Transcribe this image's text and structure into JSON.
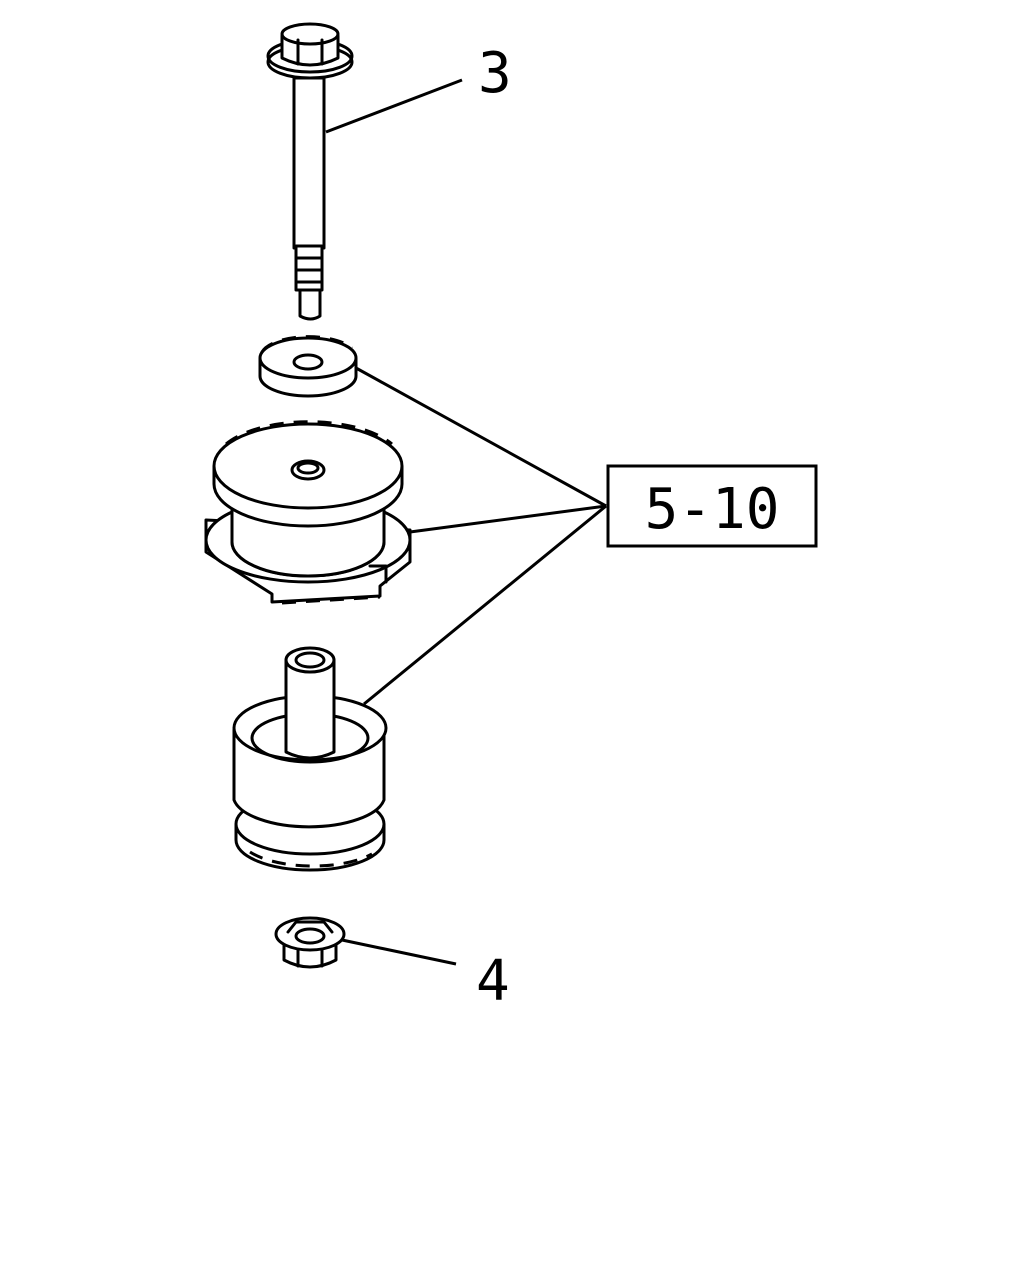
{
  "callouts": {
    "bolt": "3",
    "nut": "4",
    "mount_kit": "5-10"
  },
  "colors": {
    "line": "#000000",
    "background": "#ffffff"
  }
}
